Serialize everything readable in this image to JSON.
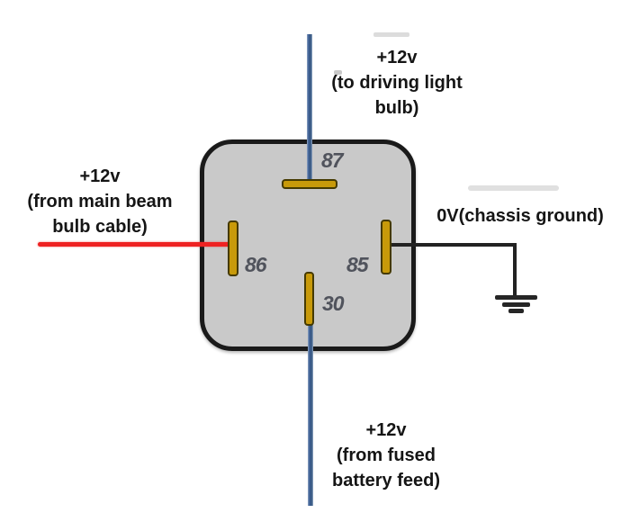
{
  "relay": {
    "pins": [
      {
        "id": "87",
        "number": "87"
      },
      {
        "id": "86",
        "number": "86"
      },
      {
        "id": "85",
        "number": "85"
      },
      {
        "id": "30",
        "number": "30"
      }
    ]
  },
  "labels": {
    "top": {
      "lines": [
        "+12v",
        "(to driving light",
        "bulb)"
      ]
    },
    "left": {
      "lines": [
        "+12v",
        "(from main beam",
        "bulb cable)"
      ]
    },
    "right": {
      "lines": [
        "0V(chassis ground)"
      ]
    },
    "bottom": {
      "lines": [
        "+12v",
        "(from fused",
        "battery feed)"
      ]
    }
  },
  "colors": {
    "background": "#ffffff",
    "wire_blue": "#3e6096",
    "wire_red": "#ee2222",
    "wire_black": "#222222",
    "relay_body_fill": "#c9c9c9",
    "relay_outline": "#1a1a1a",
    "terminal_fill": "#c89a0a",
    "terminal_outline": "#453a02",
    "pin_label_color": "#50535c",
    "label_text": "#151515"
  }
}
